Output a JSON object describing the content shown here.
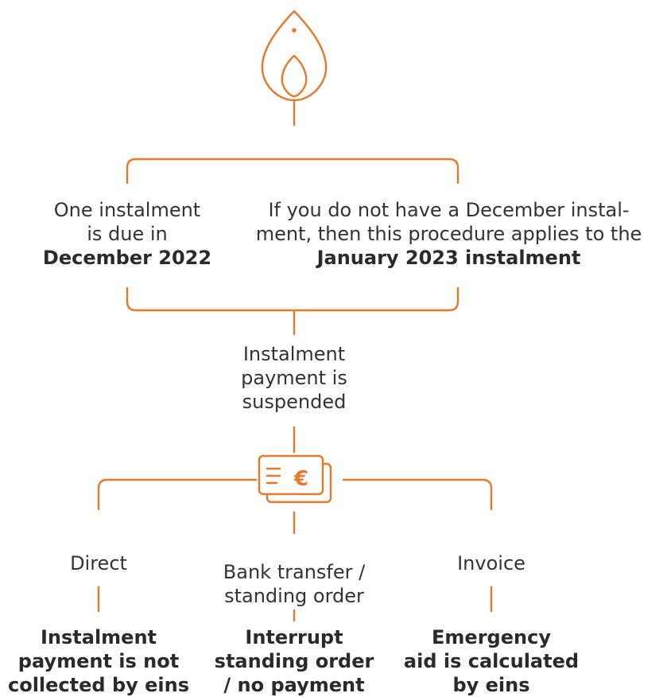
{
  "colors": {
    "accent": "#e8782a",
    "text": "#333333"
  },
  "icons": {
    "top": "flame-icon",
    "middle": "banknotes-euro-icon"
  },
  "left_branch": {
    "line1": "One instalment",
    "line2": "is due in",
    "line3": "December 2022"
  },
  "right_branch": {
    "line1": "If you do not have a December instal-",
    "line2": "ment, then this procedure applies to the",
    "line3": "January 2023 instalment"
  },
  "merge": {
    "line1": "Instalment",
    "line2": "payment is",
    "line3": "suspended"
  },
  "money_icon_symbol": "€",
  "methods": [
    {
      "label": "Direct",
      "result": [
        "Instalment",
        "payment is not",
        "collected by eins"
      ]
    },
    {
      "label_line1": "Bank transfer /",
      "label_line2": "standing order",
      "result": [
        "Interrupt",
        "standing order",
        "/ no payment"
      ]
    },
    {
      "label": "Invoice",
      "result": [
        "Emergency",
        "aid is calculated",
        "by eins"
      ]
    }
  ]
}
